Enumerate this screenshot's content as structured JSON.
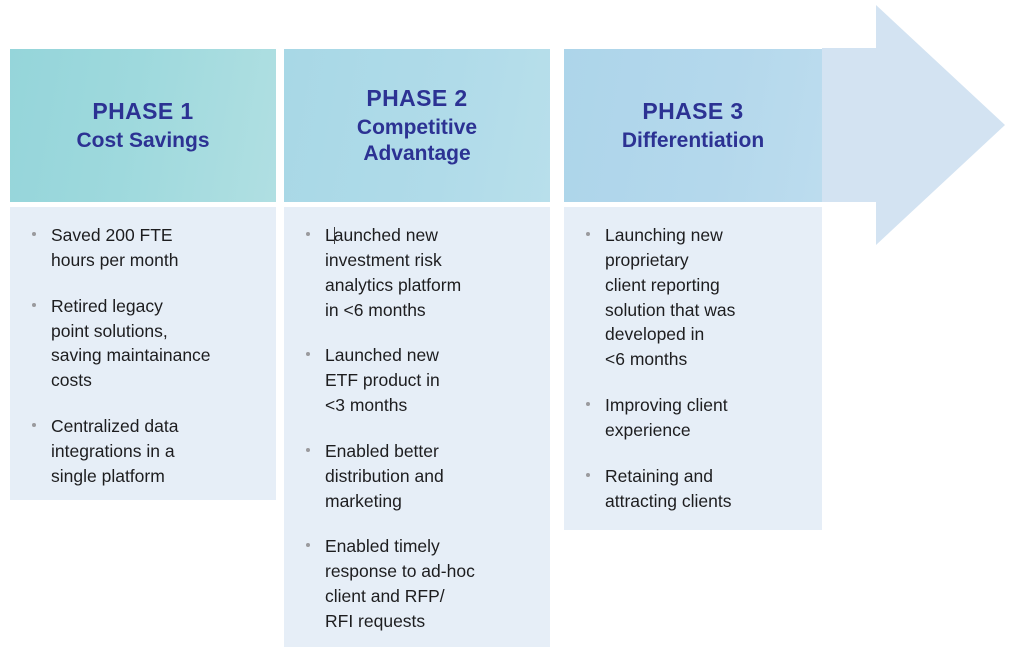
{
  "colors": {
    "title": "#2c3293",
    "body_text": "#1d1d1f",
    "bullet_dot": "#9a9a9e",
    "card_body_bg": "#e6eef7",
    "phase1_header_bg": "#9ed9dd",
    "phase2_header_bg": "#b0dbe9",
    "phase3_header_bg": "#b4d8ec",
    "arrow_fill": "#d3e3f2",
    "page_bg": "#ffffff"
  },
  "arrow": {
    "label": "progress-arrow",
    "direction": "right"
  },
  "phases": [
    {
      "kicker": "PHASE 1",
      "subtitle": "Cost Savings",
      "bullets": [
        "Saved 200 FTE\nhours per month",
        "Retired legacy\npoint solutions,\nsaving maintainance\ncosts",
        "Centralized data\nintegrations in a\nsingle platform"
      ]
    },
    {
      "kicker": "PHASE 2",
      "subtitle": "Competitive\nAdvantage",
      "bullets": [
        "Launched new\ninvestment risk\nanalytics platform\nin <6 months",
        "Launched new\nETF product in\n<3 months",
        "Enabled better\ndistribution and\nmarketing",
        "Enabled timely\nresponse to ad-hoc\nclient and RFP/\nRFI requests"
      ]
    },
    {
      "kicker": "PHASE 3",
      "subtitle": "Differentiation",
      "bullets": [
        "Launching new\nproprietary\nclient reporting\nsolution that was\ndeveloped in\n<6 months",
        "Improving client\nexperience",
        "Retaining and\nattracting clients"
      ]
    }
  ]
}
